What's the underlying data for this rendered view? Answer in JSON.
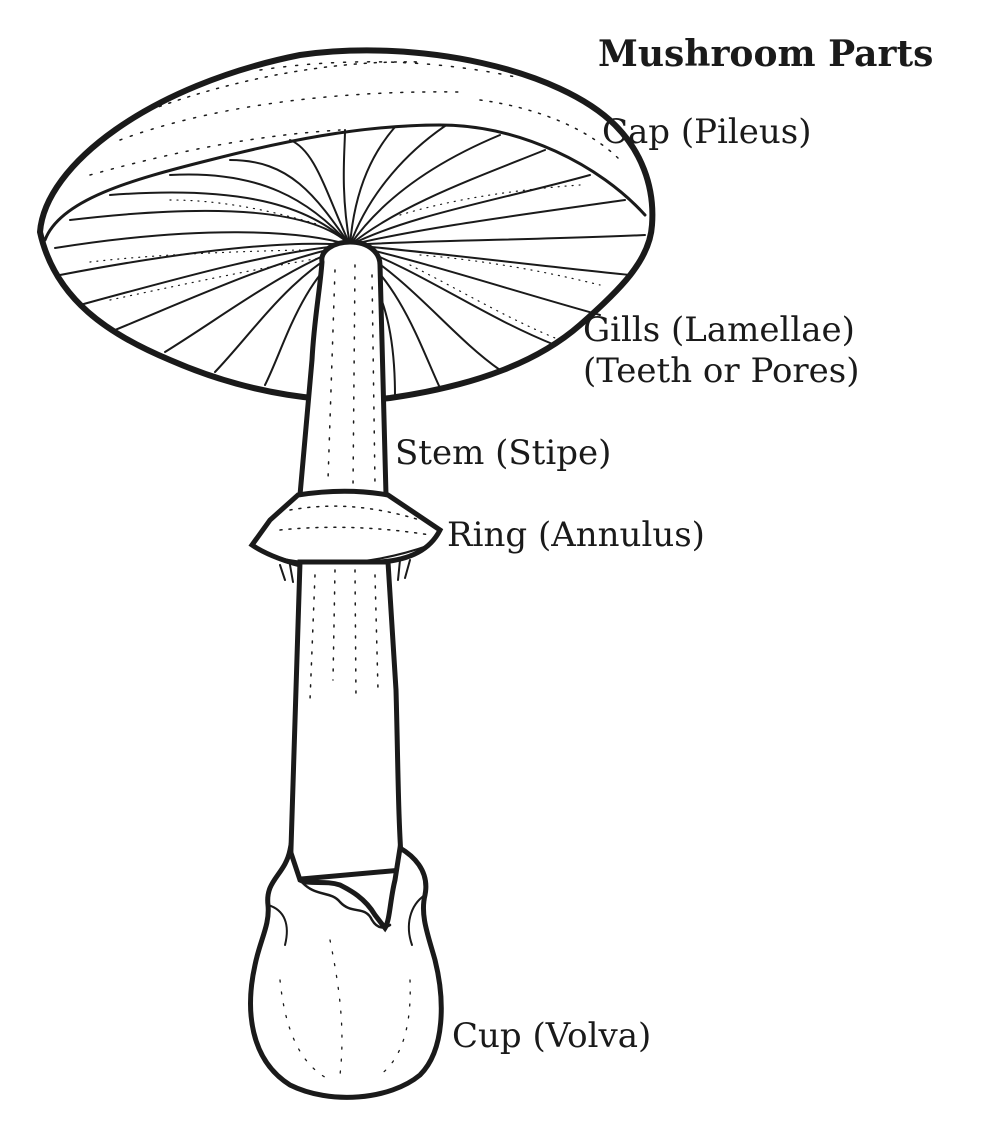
{
  "title": "Mushroom Parts",
  "labels": {
    "cap": "Cap (Pileus)",
    "gills_line1": "Gills (Lamellae)",
    "gills_line2": "(Teeth or Pores)",
    "stem": "Stem (Stipe)",
    "ring": "Ring (Annulus)",
    "cup": "Cup (Volva)"
  },
  "colors": {
    "ink": "#1a1a1a",
    "paper": "#ffffff"
  }
}
